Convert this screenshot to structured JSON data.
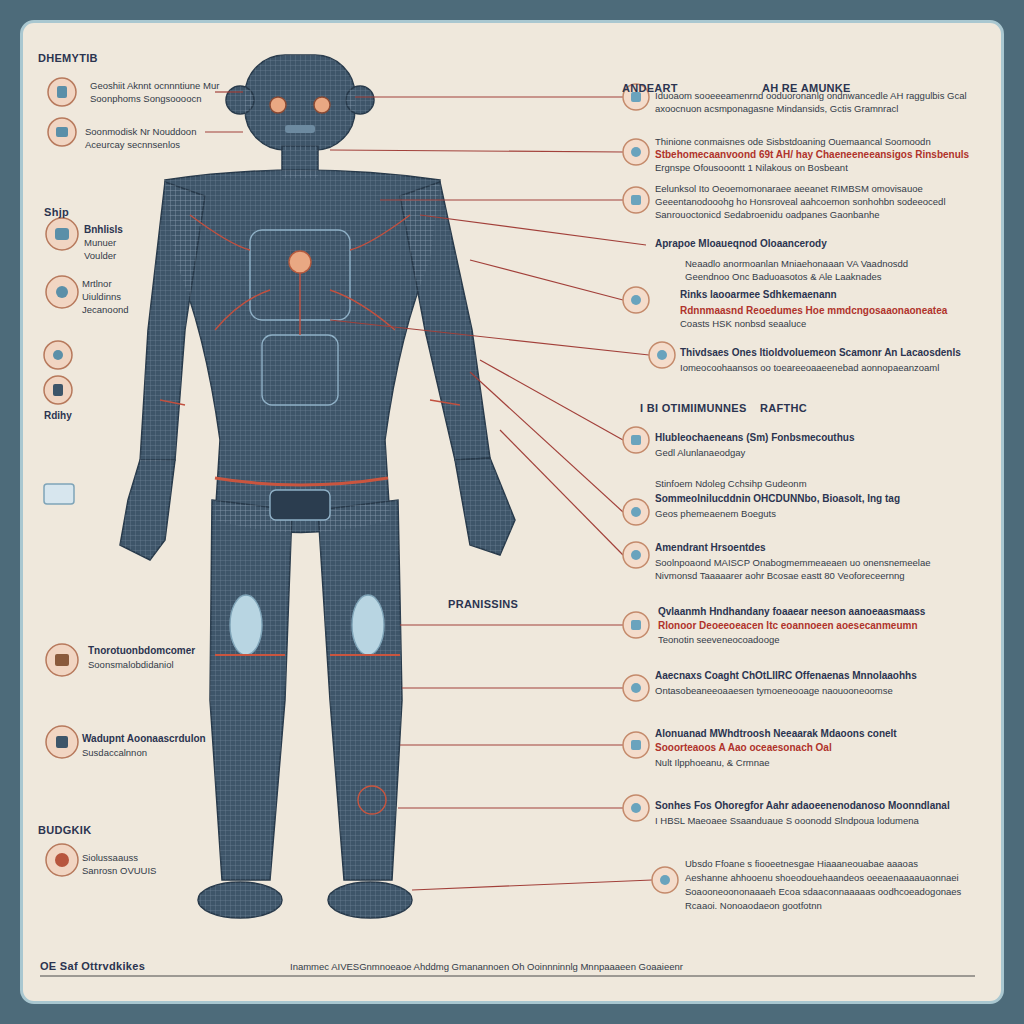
{
  "diagram": {
    "labels": [
      "DHEMYTIB",
      "Geoshiit Aknnt ocnnntiune Mur",
      "Soonphoms Songsoooocn",
      "Soonmodisk Nr Nouddoon",
      "Aceurcay secnnsenlos",
      "Shjp",
      "Bnhlisls",
      "Munuer",
      "Voulder",
      "Mrtlnor",
      "Uiuldinns",
      "Jecanoond",
      "Rdihy",
      "Tnorotuonbdomcomer",
      "Soonsmalobdidaniol",
      "Wadupnt Aoonaascrdulon",
      "Susdaccalnnon",
      "BUDGKIK",
      "Siolussaauss",
      "Sanrosn OVUUIS",
      "ANDEART",
      "AH RE AMUNKE",
      "Iduoaom sooeeeamenrnd ooduoronanlg ondnwancedle AH raggulbis Gcal",
      "axoocnuon acsmponagasne Mindansids, Gctis Gramnracl",
      "Thinione conmaisnes ode Sisbstdoaning Ouemaancal Soomoodn",
      "Stbehomecaanvoond 69t AH/ hay Chaeneeneeansigos Rinsbenuls",
      "Ergnspe Ofousooontt 1 Nilakous on Bosbeant",
      "Eelunksol Ito Oeoemomonaraee aeeanet RIMBSM omovisauoe",
      "Geeentanodooohg ho Honsroveal aahcoemon sonhohbn sodeeocedl",
      "Sanrouoctonicd Sedabroenidu oadpanes Gaonbanhe",
      "Aprapoe Mloaueqnod Oloaancerody",
      "Neaadlo anormoanlan Mniaehonaaan VA Vaadnosdd",
      "Geendnoo Onc Baduoasotos & Ale Laaknades",
      "Rinks laooarmee Sdhkemaenann",
      "Rdnnmaasnd Reoedumes Hoe mmdcngosaaonaoneatea",
      "Coasts HSK nonbsd seaaluce",
      "Thivdsaes Ones ltioldvoluemeon Scamonr An Lacaosdenls",
      "Iomeocoohaansos oo toeareeoaaeenebad aonnopaeanzoaml",
      "I BI OTIMIIMUNNES",
      "RAFTHC",
      "Hlubleochaeneans (Sm) Fonbsmecouthus",
      "Gedl Alunlanaeodgay",
      "Stinfoem Ndoleg Cchsihp Gudeonm",
      "Sommeolnilucddnin OHCDUNNbo, Bioasolt, Ing tag",
      "Geos phemeaenem Boeguts",
      "Amendrant Hrsoentdes",
      "Soolnpoaond MAISCP Onabogmemmeaeaen uo onensnemeelae",
      "Nivmonsd Taaaaarer aohr Bcosae eastt 80 Veoforeceernng",
      "PRANISSINS",
      "Qvlaanmh Hndhandany foaaear neeson aanoeaasmaass",
      "Rlonoor Deoeeoeacen ltc eoannoeen aoesecanmeumn",
      "Teonotin seeveneocoadooge",
      "Aaecnaxs Coaght ChOtLIIRC Offenaenas Mnnolaaohhs",
      "Ontasobeaneeoaaesen tymoeneooage naouooneoomse",
      "Alonuanad MWhdtroosh Neeaarak Mdaoons conelt",
      "Sooorteaoos A Aao oceaesonach Oal",
      "Nult Ilpphoeanu, & Crmnae",
      "Sonhes Fos Ohoregfor Aahr adaoeenenodanoso Moonndlanal",
      "I HBSL Maeoaee Ssaanduaue S ooonodd Slndpoua lodumena",
      "Ubsdo Ffoane s fiooeetnesgae Hiaaaneouabae aaaoas",
      "Aeshanne ahhooenu shoeodouehaandeos oeeaenaaaauaonnaei",
      "Soaooneoononaaaeh Ecoa sdaaconnaaaaas oodhcoeadogonaes",
      "Rcaaoi. Nonoaodaeon gootfotnn",
      "OE Saf Ottrvdkikes",
      "Inammec AIVESGnmnoeaoe Ahddmg Gmanannoen Oh Ooinnninnlg Mnnpaaaeen Goaaieenr"
    ]
  }
}
